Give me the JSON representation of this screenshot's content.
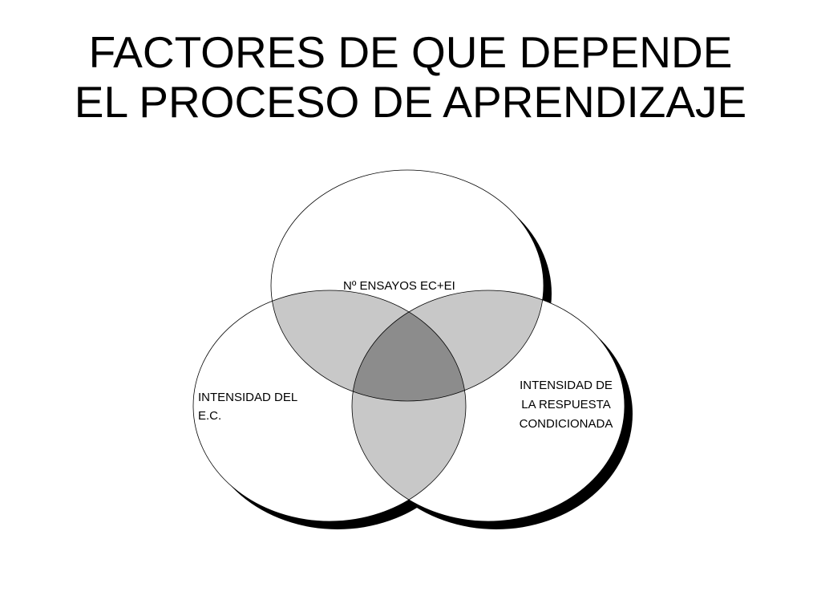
{
  "slide": {
    "title_line1": "FACTORES DE QUE DEPENDE",
    "title_line2": "EL PROCESO DE APRENDIZAJE"
  },
  "diagram": {
    "type": "venn",
    "sets": {
      "top": {
        "label": "Nº ENSAYOS EC+EI"
      },
      "left": {
        "label_line1": "INTENSIDAD DEL",
        "label_line2": "E.C."
      },
      "right": {
        "label_line1": "INTENSIDAD DE",
        "label_line2": "LA RESPUESTA",
        "label_line3": "CONDICIONADA"
      }
    },
    "colors": {
      "circle_fill": "#ffffff",
      "pair_overlap": "#c8c8c8",
      "center_overlap": "#8c8c8c",
      "shadow": "#000000",
      "outline": "#000000"
    }
  }
}
